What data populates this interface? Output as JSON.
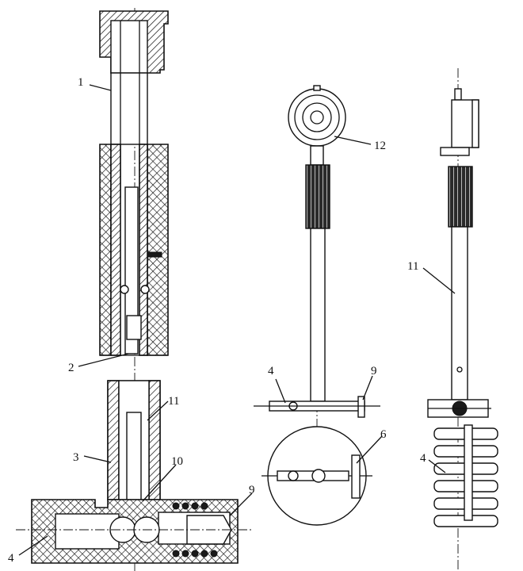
{
  "labels": {
    "l1": "1",
    "l2": "2",
    "l3": "3",
    "l4a": "4",
    "l11a": "11",
    "l10": "10",
    "l9a": "9",
    "l12": "12",
    "l4b": "4",
    "l9b": "9",
    "l6": "6",
    "l11b": "11",
    "l4c": "4"
  }
}
